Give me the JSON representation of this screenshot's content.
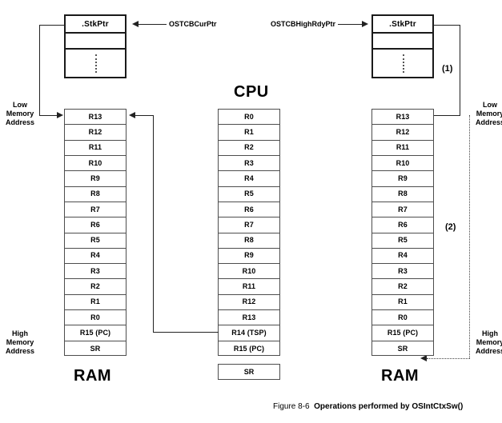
{
  "figure": {
    "number": "Figure 8-6",
    "title": "Operations performed by OSIntCtxSw()"
  },
  "pointers": {
    "cur": "OSTCBCurPtr",
    "high": "OSTCBHighRdyPtr"
  },
  "tcb": {
    "stkptr_label": ".StkPtr"
  },
  "steps": {
    "one": "(1)",
    "two": "(2)"
  },
  "labels": {
    "cpu": "CPU",
    "ram_left": "RAM",
    "ram_right": "RAM",
    "low_memory": "Low\nMemory\nAddress",
    "high_memory": "High\nMemory\nAddress"
  },
  "stacks": {
    "left_ram": [
      "R13",
      "R12",
      "R11",
      "R10",
      "R9",
      "R8",
      "R7",
      "R6",
      "R5",
      "R4",
      "R3",
      "R2",
      "R1",
      "R0",
      "R15 (PC)",
      "SR"
    ],
    "cpu": [
      "R0",
      "R1",
      "R2",
      "R3",
      "R4",
      "R5",
      "R6",
      "R7",
      "R8",
      "R9",
      "R10",
      "R11",
      "R12",
      "R13",
      "R14 (TSP)",
      "R15 (PC)"
    ],
    "cpu_status": "SR",
    "right_ram": [
      "R13",
      "R12",
      "R11",
      "R10",
      "R9",
      "R8",
      "R7",
      "R6",
      "R5",
      "R4",
      "R3",
      "R2",
      "R1",
      "R0",
      "R15 (PC)",
      "SR"
    ]
  }
}
